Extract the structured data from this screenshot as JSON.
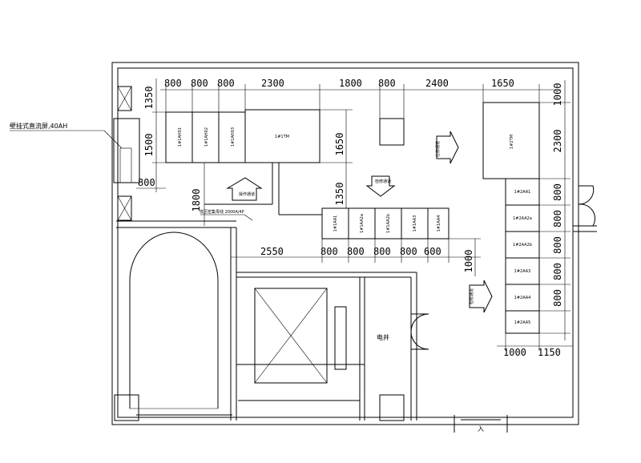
{
  "battery_label": "壁挂式直流屏,40AH",
  "busway_label": "低压密集母线 2000A/4P",
  "shaft_label": "电井",
  "entrance_label": "入",
  "arrow_labels": {
    "a1": "检修通道",
    "a2": "操作通道",
    "a3": "检修通道",
    "a4": "检修通道"
  },
  "cabinets_top": [
    "1#1AH01",
    "1#1AH02",
    "1#1AH03"
  ],
  "transformer_1": "1#1TM",
  "transformer_2": "1#2TM",
  "cabinets_middle": [
    "1#1AA1",
    "1#1AA2a",
    "1#1AA2b",
    "1#1AA3",
    "1#1AA4"
  ],
  "cabinets_right": [
    "1#2AA1",
    "1#2AA2a",
    "1#2AA2b",
    "1#2AA3",
    "1#2AA4",
    "1#2AA5"
  ],
  "dims": {
    "top_row": [
      "800",
      "800",
      "800",
      "2300",
      "1800",
      "800",
      "2400",
      "1650"
    ],
    "left_1350": "1350",
    "left_1500": "1500",
    "left_800": "800",
    "left_1800": "1800",
    "mid_1650": "1650",
    "mid_1350": "1350",
    "middle_row": [
      "2550",
      "800",
      "800",
      "800",
      "800",
      "600"
    ],
    "mid_1000": "1000",
    "right_col": [
      "1000",
      "2300",
      "800",
      "800",
      "800",
      "800",
      "800"
    ],
    "bottom_right": [
      "1000",
      "1150"
    ]
  }
}
